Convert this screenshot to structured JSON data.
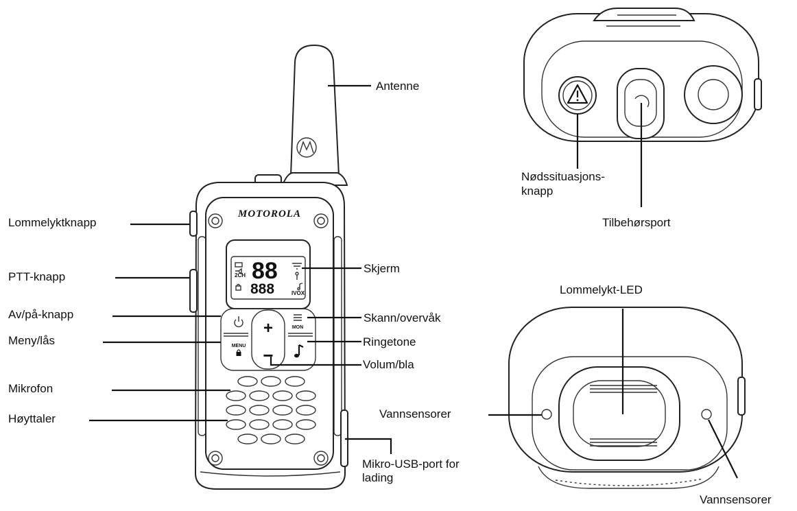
{
  "labels": {
    "antenna": "Antenne",
    "flashlight_button": "Lommelyktknapp",
    "ptt_button": "PTT-knapp",
    "power_button": "Av/på-knapp",
    "menu_lock": "Meny/lås",
    "microphone": "Mikrofon",
    "speaker": "Høyttaler",
    "display": "Skjerm",
    "scan_monitor": "Skann/overvåk",
    "ringtone": "Ringetone",
    "volume_scroll": "Volum/bla",
    "usb_port_line1": "Mikro-USB-port for",
    "usb_port_line2": "lading",
    "emergency_line1": "Nødssituasjons-",
    "emergency_line2": "knapp",
    "accessory_port": "Tilbehørsport",
    "flashlight_led": "Lommelykt-LED",
    "water_sensors_left": "Vannsensorer",
    "water_sensors_right": "Vannsensorer"
  },
  "radio": {
    "brand": "MOTOROLA",
    "lcd_channel": "88",
    "lcd_code": "888",
    "lcd_2ch": "2CH",
    "lcd_ivox": "IVOX",
    "menu_key": "MENU",
    "mon_key": "MON",
    "plus_key": "+",
    "minus_key": "−"
  },
  "icons": {
    "power": "power-icon",
    "lock": "lock-icon",
    "scan": "scan-icon",
    "note": "music-note-icon",
    "emergency": "warning-triangle-icon",
    "logo": "motorola-logo-icon"
  },
  "colors": {
    "line": "#111111",
    "background": "#ffffff"
  }
}
